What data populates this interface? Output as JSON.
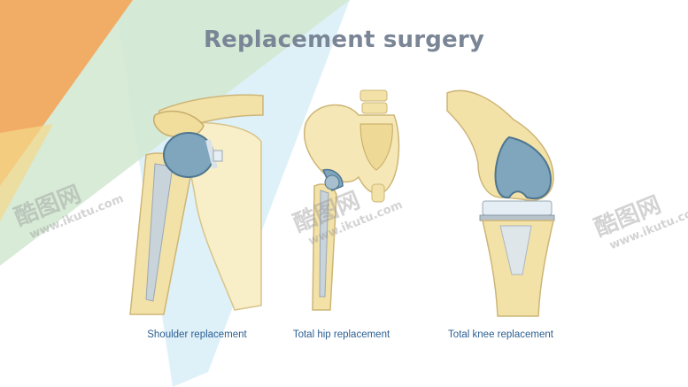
{
  "title": "Replacement surgery",
  "panels": [
    {
      "caption": "Shoulder replacement"
    },
    {
      "caption": "Total hip replacement"
    },
    {
      "caption": "Total knee replacement"
    }
  ],
  "watermark": {
    "brand": "酷图网",
    "url": "www.ikutu.com"
  },
  "colors": {
    "title": "#7a8596",
    "caption": "#2c5f93",
    "bone": "#f3e2a8",
    "implant": "#7fa6bd",
    "liner": "#e4eef4",
    "ray_orange": "#f2a65a",
    "ray_green": "#cfe6cf",
    "ray_blue": "#d6eef6"
  }
}
